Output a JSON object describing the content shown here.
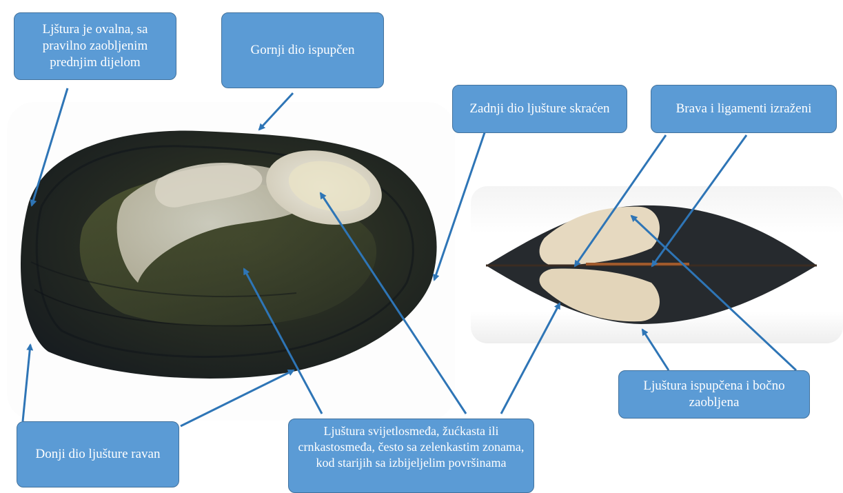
{
  "callouts": {
    "oval_shape": "Lјštura je ovalna, sa pravilno zaobljenim prednjim dijelom",
    "upper_part": "Gornji dio ispupčen",
    "rear_part": "Zadnji dio ljušture skraćen",
    "hinge": "Brava i ligamenti izraženi",
    "convex": "Ljuštura ispupčena i bočno zaobljena",
    "lower_part": "Donji dio ljušture ravan",
    "color": "Ljuštura svijetlosmeđa, žućkasta ili crnkastosmeđa, često sa zelenkastim zonama, kod starijih sa izbijeljelim površinama"
  },
  "colors": {
    "callout_fill": "#5b9bd5",
    "callout_border": "#41719c",
    "arrow": "#2e75b6",
    "shell_dark": "#1c2126",
    "shell_olive": "#4a5233",
    "shell_pale": "#e4e1d6"
  }
}
